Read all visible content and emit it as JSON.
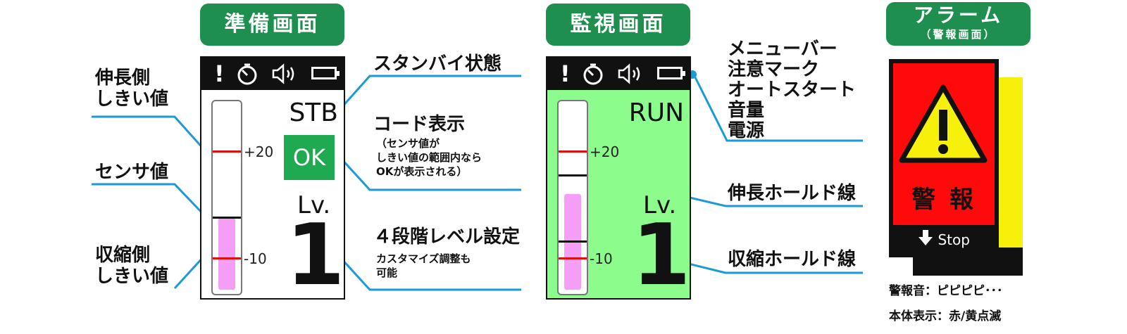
{
  "panels": {
    "prep": {
      "title": "準備画面",
      "status": "STB",
      "code": "OK",
      "tick_upper": "+20",
      "tick_lower": "-10",
      "level_label": "Lv.",
      "level_value": "1"
    },
    "monitor": {
      "title": "監視画面",
      "status": "RUN",
      "tick_upper": "+20",
      "tick_lower": "-10",
      "level_label": "Lv.",
      "level_value": "1"
    },
    "alarm": {
      "title": "アラーム",
      "subtitle": "（警報画面）",
      "warning_text": "警 報",
      "stop_label": "Stop",
      "info_sound": "警報音：ピピピピ･･･",
      "info_display": "本体表示：赤/黄点滅"
    }
  },
  "labels": {
    "extend_threshold": [
      "伸長側",
      "しきい値"
    ],
    "sensor_value": "センサ値",
    "shrink_threshold": [
      "収縮側",
      "しきい値"
    ],
    "standby": "スタンバイ状態",
    "code_display": "コード表示",
    "code_note": [
      "（センサ値が",
      "しきい値の範囲内なら",
      "OKが表示される）"
    ],
    "level_setting": "４段階レベル設定",
    "level_note": [
      "カスタマイズ調整も",
      "可能"
    ],
    "menubar": [
      "メニューバー",
      "注意マーク",
      "オートスタート",
      "音量",
      "電源"
    ],
    "extend_hold": "伸長ホールド線",
    "shrink_hold": "収縮ホールド線"
  },
  "icons": [
    "exclamation-icon",
    "timer-icon",
    "speaker-icon",
    "battery-icon",
    "warning-triangle-icon",
    "arrow-down-icon"
  ],
  "colors": {
    "accent_green": "#1e8f4e",
    "ok_green": "#1faa52",
    "run_bg": "#8cfc8c",
    "leader_blue": "#1a9ad6",
    "threshold_red": "#e01010",
    "fill_pink": "#f59ef5",
    "alarm_red": "#ff0a0a",
    "alarm_yellow": "#f7f00a"
  }
}
